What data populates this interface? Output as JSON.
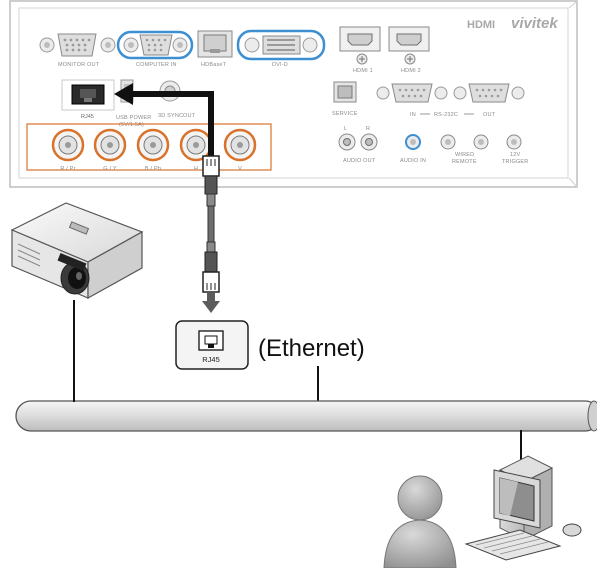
{
  "panel": {
    "brand": {
      "hdmi_logo": "HDMI",
      "vivitek_logo": "vivitek"
    },
    "ports": {
      "monitor_out": "MONITOR OUT",
      "computer_in": "COMPUTER IN",
      "hdbaset": "HDBaseT",
      "dvi_d": "DVI-D",
      "hdmi_1": "HDMI 1",
      "hdmi_2": "HDMI 2",
      "rj45": "RJ45",
      "usb_power": "USB POWER",
      "usb_power_sub": "(5V/1.5A)",
      "sync_3d": "3D SYNC",
      "sync_3d_out": "OUT",
      "service": "SERVICE",
      "rs232c": "RS-232C",
      "rs232c_in": "IN",
      "rs232c_out": "OUT",
      "audio_out": "AUDIO OUT",
      "audio_in": "AUDIO IN",
      "wired_remote": "WIRED",
      "wired_remote_2": "REMOTE",
      "trigger": "12V",
      "trigger_2": "TRIGGER",
      "bnc": [
        "R / Pr",
        "G / Y",
        "B / Pb",
        "H",
        "V"
      ]
    }
  },
  "network": {
    "jack_label": "RJ45",
    "ethernet_label": "(Ethernet)"
  },
  "colors": {
    "hdbaset_ring": "#3d8fd1",
    "bnc_ring": "#d9722a",
    "panel_border": "#bbbbbb",
    "arrow": "#111111"
  }
}
